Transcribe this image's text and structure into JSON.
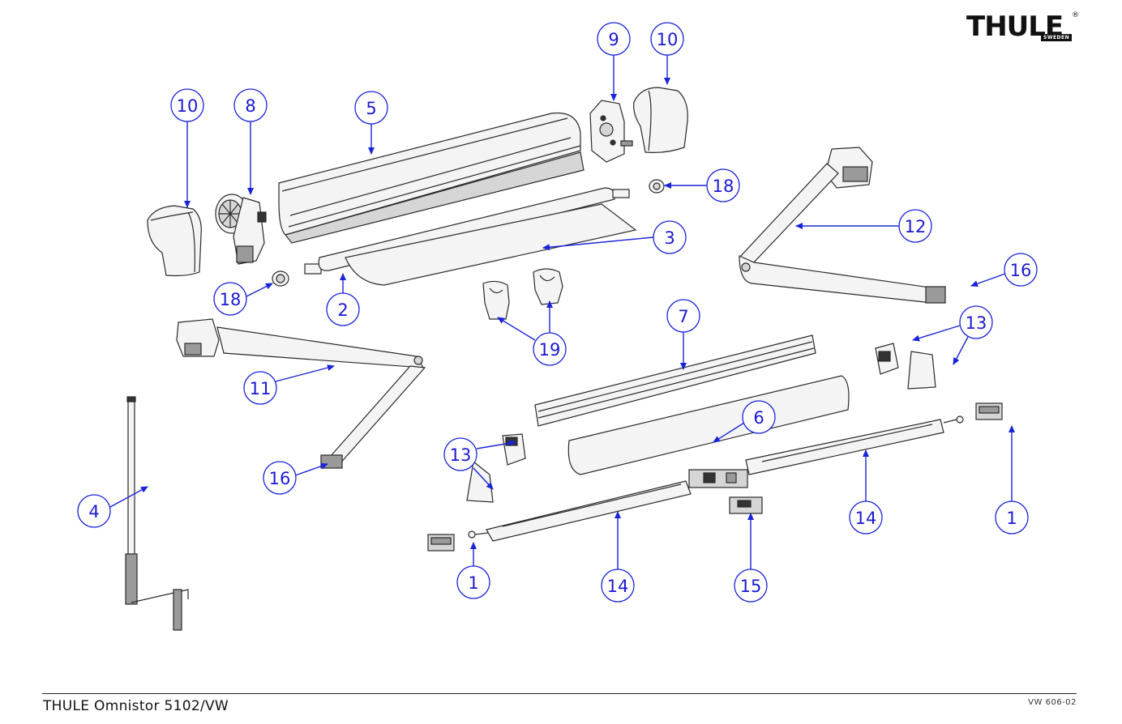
{
  "brand": {
    "name": "THULE",
    "country": "SWEDEN",
    "registered": "®"
  },
  "footer": {
    "title": "THULE Omnistor 5102/VW",
    "code": "VW 606-02"
  },
  "colors": {
    "callout": "#1a24d8",
    "line_art": "#2a2a2a",
    "background": "#ffffff"
  },
  "callouts": [
    {
      "id": "c-10a",
      "label": "10"
    },
    {
      "id": "c-8",
      "label": "8"
    },
    {
      "id": "c-5",
      "label": "5"
    },
    {
      "id": "c-9",
      "label": "9"
    },
    {
      "id": "c-10b",
      "label": "10"
    },
    {
      "id": "c-18a",
      "label": "18"
    },
    {
      "id": "c-3",
      "label": "3"
    },
    {
      "id": "c-12",
      "label": "12"
    },
    {
      "id": "c-16a",
      "label": "16"
    },
    {
      "id": "c-18b",
      "label": "18"
    },
    {
      "id": "c-2",
      "label": "2"
    },
    {
      "id": "c-19",
      "label": "19"
    },
    {
      "id": "c-7",
      "label": "7"
    },
    {
      "id": "c-13a",
      "label": "13"
    },
    {
      "id": "c-11",
      "label": "11"
    },
    {
      "id": "c-6",
      "label": "6"
    },
    {
      "id": "c-13b",
      "label": "13"
    },
    {
      "id": "c-16b",
      "label": "16"
    },
    {
      "id": "c-4",
      "label": "4"
    },
    {
      "id": "c-14a",
      "label": "14"
    },
    {
      "id": "c-1a",
      "label": "1"
    },
    {
      "id": "c-1b",
      "label": "1"
    },
    {
      "id": "c-14b",
      "label": "14"
    },
    {
      "id": "c-15",
      "label": "15"
    }
  ]
}
